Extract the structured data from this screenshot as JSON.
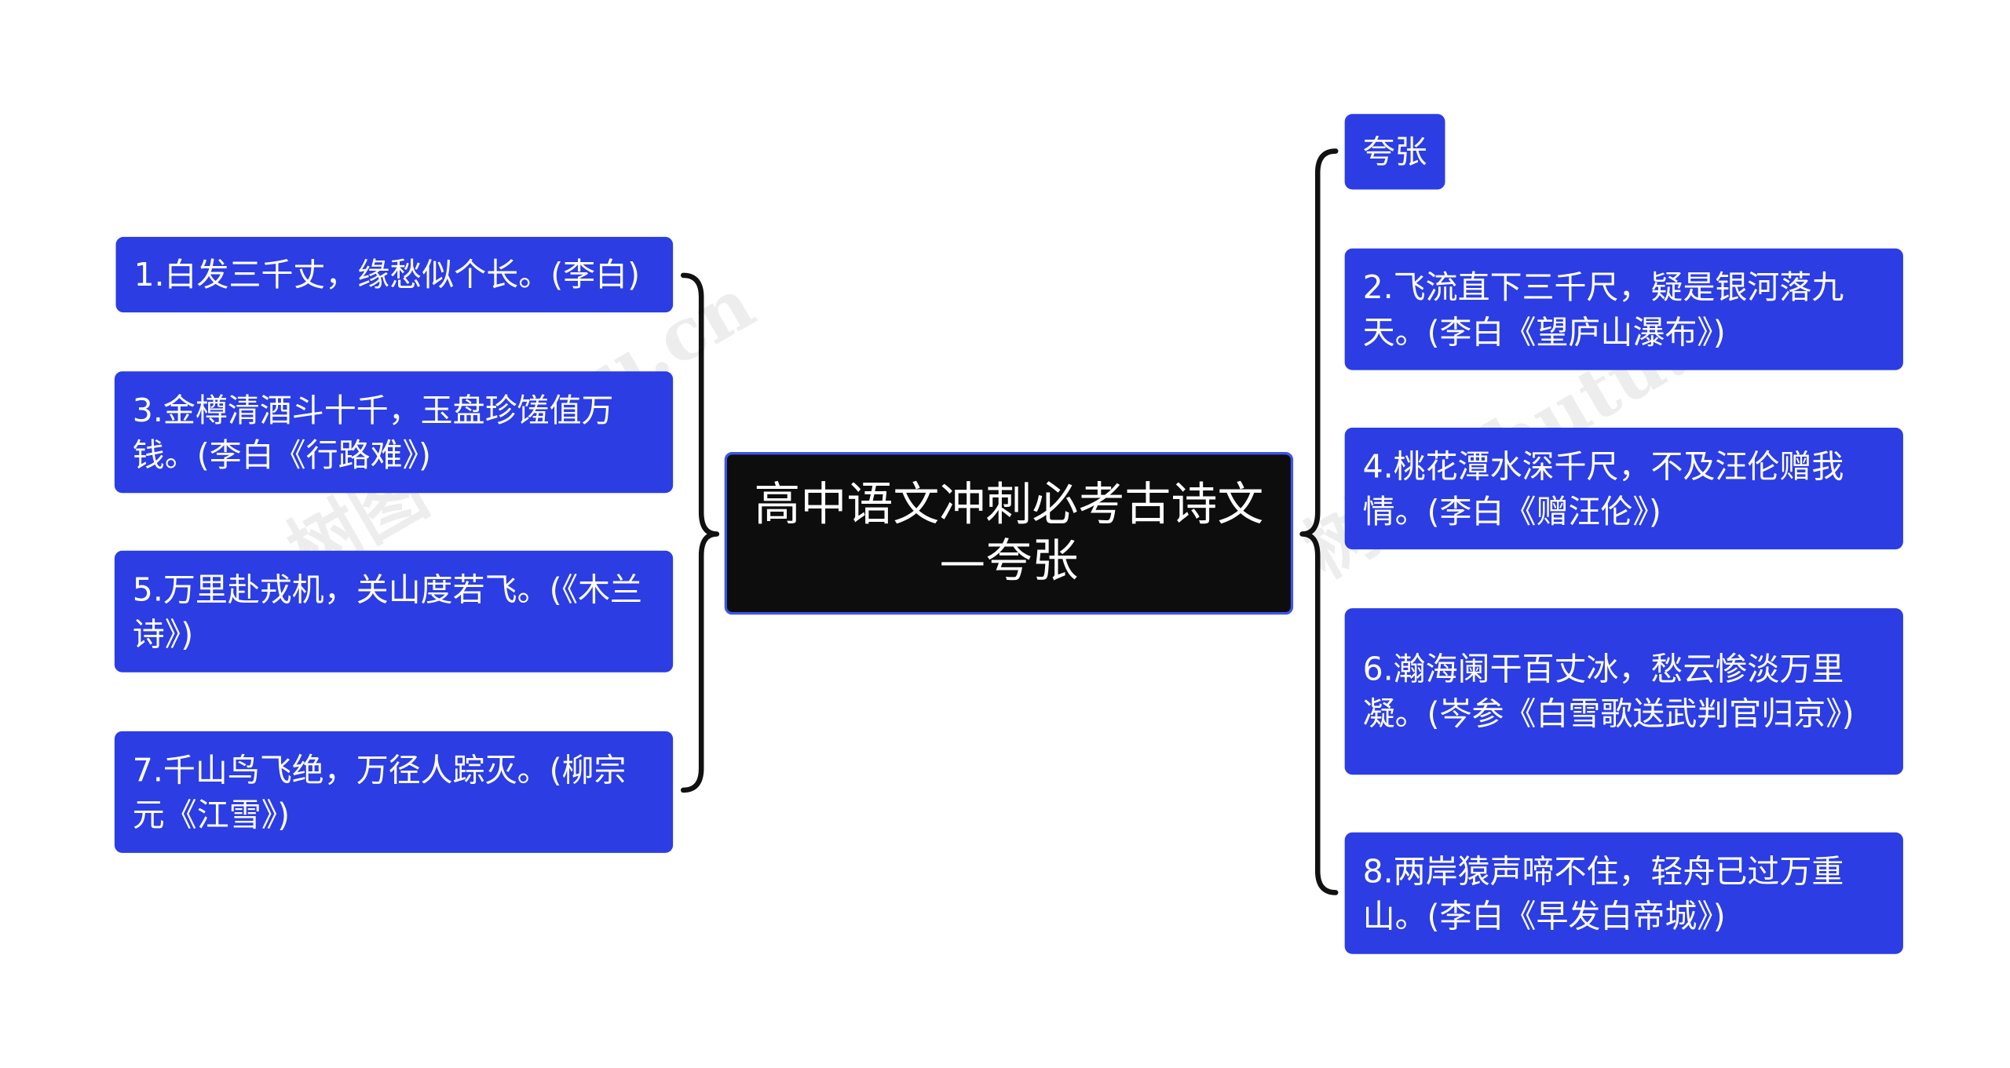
{
  "root": {
    "title": "高中语文冲刺必考古诗文—夸张"
  },
  "left_nodes": [
    {
      "text": "1.白发三千丈，缘愁似个长。(李白)"
    },
    {
      "text": "3.金樽清酒斗十千，玉盘珍馐值万钱。(李白《行路难》)"
    },
    {
      "text": "5.万里赴戎机，关山度若飞。(《木兰诗》)"
    },
    {
      "text": "7.千山鸟飞绝，万径人踪灭。(柳宗元《江雪》)"
    }
  ],
  "right_nodes": [
    {
      "text": "夸张"
    },
    {
      "text": "2.飞流直下三千尺，疑是银河落九天。(李白《望庐山瀑布》)"
    },
    {
      "text": "4.桃花潭水深千尺，不及汪伦赠我情。(李白《赠汪伦》)"
    },
    {
      "text": "6.瀚海阑干百丈冰，愁云惨淡万里凝。(岑参《白雪歌送武判官归京》)"
    },
    {
      "text": "8.两岸猿声啼不住，轻舟已过万重山。(李白《早发白帝城》)"
    }
  ],
  "colors": {
    "node_fill": "#2b3de3",
    "root_fill": "#0d0d0d",
    "root_border": "#3d56e6",
    "connector": "#111111",
    "text": "#ffffff"
  }
}
